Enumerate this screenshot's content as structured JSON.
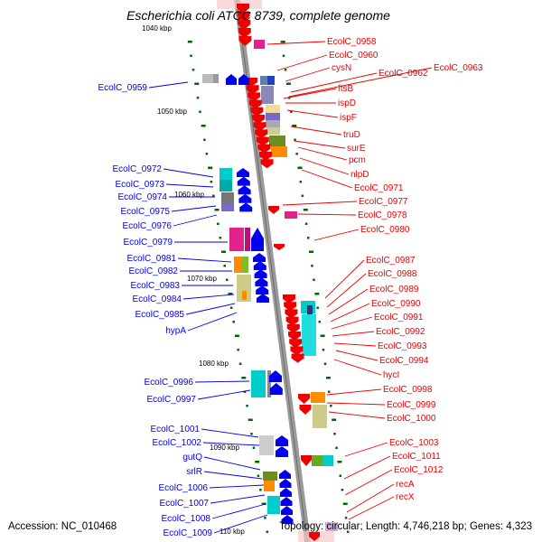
{
  "title": "Escherichia coli ATCC 8739, complete genome",
  "footer": {
    "accession": "Accession: NC_010468",
    "topology": "Topology: circular; Length: 4,746,218 bp; Genes: 4,323"
  },
  "colors": {
    "forward": "#0000ee",
    "reverse": "#ee0000",
    "tick": "#006600",
    "backbone": "#9a9a9a"
  },
  "kbp_labels": [
    "1040 kbp",
    "1050 kbp",
    "1060 kbp",
    "1070 kbp",
    "1080 kbp",
    "1090 kbp",
    "110 kbp"
  ],
  "left_genes": [
    "EcolC_0959",
    "EcolC_0972",
    "EcolC_0973",
    "EcolC_0974",
    "EcolC_0975",
    "EcolC_0976",
    "EcolC_0979",
    "EcolC_0981",
    "EcolC_0982",
    "EcolC_0983",
    "EcolC_0984",
    "EcolC_0985",
    "hypA",
    "EcolC_0996",
    "EcolC_0997",
    "EcolC_1001",
    "EcolC_1002",
    "gutQ",
    "srlR",
    "EcolC_1006",
    "EcolC_1007",
    "EcolC_1008",
    "EcolC_1009"
  ],
  "right_genes": [
    "EcolC_0958",
    "EcolC_0960",
    "cysN",
    "EcolC_0962",
    "EcolC_0963",
    "ftsB",
    "ispD",
    "ispF",
    "truD",
    "surE",
    "pcm",
    "nlpD",
    "EcolC_0971",
    "EcolC_0977",
    "EcolC_0978",
    "EcolC_0980",
    "EcolC_0987",
    "EcolC_0988",
    "EcolC_0989",
    "EcolC_0990",
    "EcolC_0991",
    "EcolC_0992",
    "EcolC_0993",
    "EcolC_0994",
    "hycI",
    "EcolC_0998",
    "EcolC_0999",
    "EcolC_1000",
    "EcolC_1003",
    "EcolC_1011",
    "EcolC_1012",
    "recA",
    "recX"
  ]
}
